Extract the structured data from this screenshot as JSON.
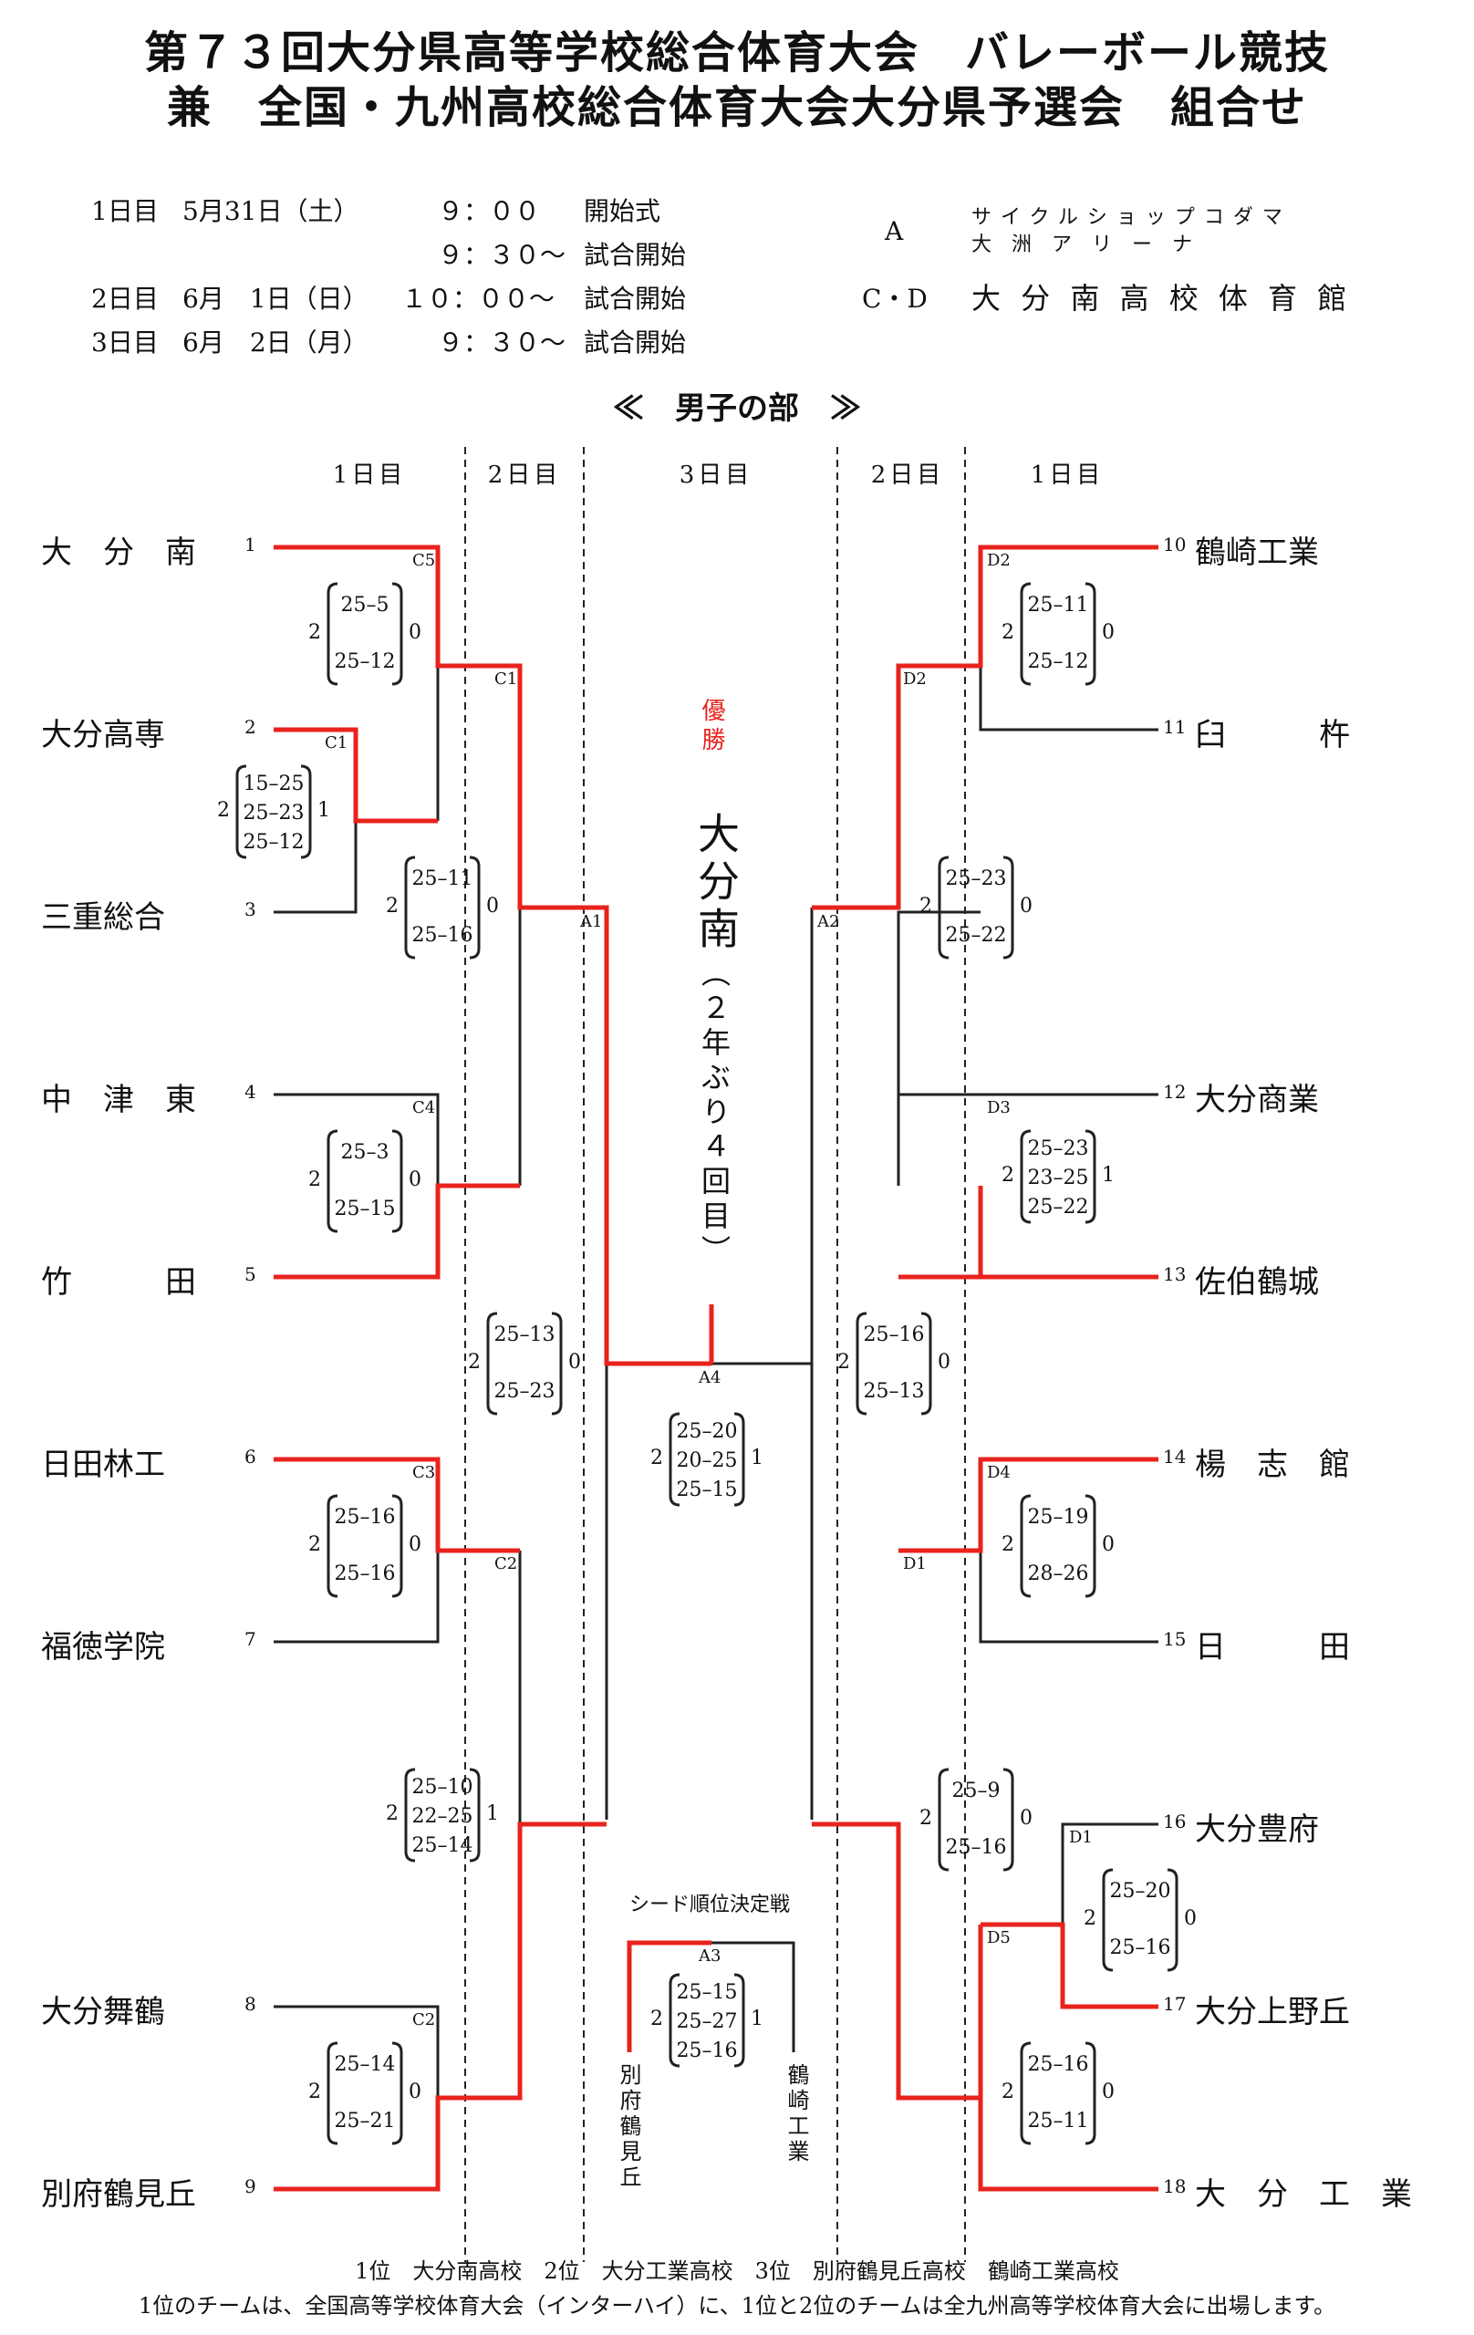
{
  "title": {
    "line1": "第７３回大分県高等学校総合体育大会　バレーボール競技",
    "line2": "兼　全国・九州高校総合体育大会大分県予選会　組合せ"
  },
  "schedule": [
    {
      "day": "1日目",
      "date": "5月31日（土）",
      "time": "９：００",
      "event": "開始式"
    },
    {
      "day": "",
      "date": "",
      "time": "９：３０～",
      "event": "試合開始"
    },
    {
      "day": "2日目",
      "date": "6月　1日（日）",
      "time": "１０：００～",
      "event": "試合開始"
    },
    {
      "day": "3日目",
      "date": "6月　2日（月）",
      "time": "９：３０～",
      "event": "試合開始"
    }
  ],
  "venues": [
    {
      "code": "A",
      "name_line1": "サイクルショップコダマ",
      "name_line2": "大　洲　ア　リ　ー　ナ"
    },
    {
      "code": "C・D",
      "name_line1": "大 分 南 高 校 体 育 館",
      "name_line2": ""
    }
  ],
  "section_title": "≪　男子の部　≫",
  "day_headers": [
    "1日目",
    "2日目",
    "3日目",
    "2日目",
    "1日目"
  ],
  "teams_left": [
    {
      "seed": "1",
      "name": "大　分　南"
    },
    {
      "seed": "2",
      "name": "大分高専"
    },
    {
      "seed": "3",
      "name": "三重総合"
    },
    {
      "seed": "4",
      "name": "中　津　東"
    },
    {
      "seed": "5",
      "name": "竹　　　田"
    },
    {
      "seed": "6",
      "name": "日田林工"
    },
    {
      "seed": "7",
      "name": "福徳学院"
    },
    {
      "seed": "8",
      "name": "大分舞鶴"
    },
    {
      "seed": "9",
      "name": "別府鶴見丘"
    }
  ],
  "teams_right": [
    {
      "seed": "10",
      "name": "鶴崎工業"
    },
    {
      "seed": "11",
      "name": "臼　　　杵"
    },
    {
      "seed": "12",
      "name": "大分商業"
    },
    {
      "seed": "13",
      "name": "佐伯鶴城"
    },
    {
      "seed": "14",
      "name": "楊　志　館"
    },
    {
      "seed": "15",
      "name": "日　　　田"
    },
    {
      "seed": "16",
      "name": "大分豊府"
    },
    {
      "seed": "17",
      "name": "大分上野丘"
    },
    {
      "seed": "18",
      "name": "大　分　工　業"
    }
  ],
  "match_labels": {
    "c5": "C5",
    "c1a": "C1",
    "c1b": "C1",
    "c4": "C4",
    "c3": "C3",
    "c2a": "C2",
    "c2b": "C2",
    "a1": "A1",
    "a2": "A2",
    "a3": "A3",
    "a4": "A4",
    "d2a": "D2",
    "d2b": "D2",
    "d3": "D3",
    "d4": "D4",
    "d1a": "D1",
    "d1b": "D1",
    "d5": "D5"
  },
  "scores": [
    {
      "id": "m1",
      "left": "2",
      "sets": [
        "25–5",
        "25–12"
      ],
      "right": "0"
    },
    {
      "id": "m2",
      "left": "2",
      "sets": [
        "15–25",
        "25–23",
        "25–12"
      ],
      "right": "1"
    },
    {
      "id": "m3",
      "left": "2",
      "sets": [
        "25–11",
        "25–16"
      ],
      "right": "0"
    },
    {
      "id": "m4",
      "left": "2",
      "sets": [
        "25–3",
        "25–15"
      ],
      "right": "0"
    },
    {
      "id": "m5",
      "left": "2",
      "sets": [
        "25–13",
        "25–23"
      ],
      "right": "0"
    },
    {
      "id": "m6",
      "left": "2",
      "sets": [
        "25–16",
        "25–16"
      ],
      "right": "0"
    },
    {
      "id": "m7",
      "left": "2",
      "sets": [
        "25–10",
        "22–25",
        "25–14"
      ],
      "right": "1"
    },
    {
      "id": "m8",
      "left": "2",
      "sets": [
        "25–14",
        "25–21"
      ],
      "right": "0"
    },
    {
      "id": "m9",
      "left": "2",
      "sets": [
        "25–20",
        "20–25",
        "25–15"
      ],
      "right": "1"
    },
    {
      "id": "m10",
      "left": "2",
      "sets": [
        "25–15",
        "25–27",
        "25–16"
      ],
      "right": "1"
    },
    {
      "id": "m11",
      "left": "2",
      "sets": [
        "25–11",
        "25–12"
      ],
      "right": "0"
    },
    {
      "id": "m12",
      "left": "2",
      "sets": [
        "25–23",
        "25–22"
      ],
      "right": "0"
    },
    {
      "id": "m13",
      "left": "2",
      "sets": [
        "25–23",
        "23–25",
        "25–22"
      ],
      "right": "1"
    },
    {
      "id": "m14",
      "left": "2",
      "sets": [
        "25–16",
        "25–13"
      ],
      "right": "0"
    },
    {
      "id": "m15",
      "left": "2",
      "sets": [
        "25–19",
        "28–26"
      ],
      "right": "0"
    },
    {
      "id": "m16",
      "left": "2",
      "sets": [
        "25–9",
        "25–16"
      ],
      "right": "0"
    },
    {
      "id": "m17",
      "left": "2",
      "sets": [
        "25–20",
        "25–16"
      ],
      "right": "0"
    },
    {
      "id": "m18",
      "left": "2",
      "sets": [
        "25–16",
        "25–11"
      ],
      "right": "0"
    }
  ],
  "champion": {
    "label": "優勝",
    "name": "大分南",
    "note": "（２年ぶり４回目）"
  },
  "seed_match": {
    "title": "シード順位決定戦",
    "left_team": "別府鶴見丘",
    "right_team": "鶴崎工業"
  },
  "footer": {
    "line1": "1位　大分南高校　2位　大分工業高校　3位　別府鶴見丘高校　鶴崎工業高校",
    "line2": "1位のチームは、全国高等学校体育大会（インターハイ）に、1位と2位のチームは全九州高等学校体育大会に出場します。"
  },
  "colors": {
    "winner_line": "#e8231d",
    "line": "#222222"
  }
}
